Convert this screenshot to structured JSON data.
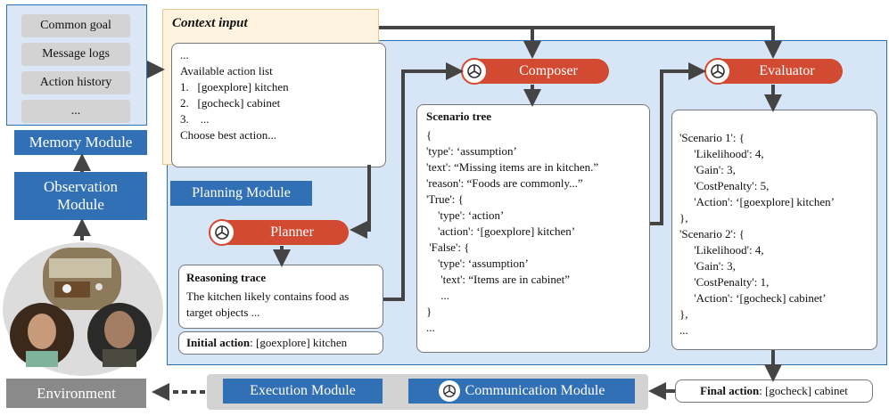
{
  "memory": {
    "items": [
      "Common goal",
      "Message logs",
      "Action history",
      "..."
    ],
    "label": "Memory Module"
  },
  "observation": {
    "label": "Observation Module"
  },
  "environment": {
    "label": "Environment"
  },
  "context": {
    "title": "Context input",
    "lines": [
      "...",
      "Available action list",
      "1.   [goexplore] kitchen",
      "2.   [gocheck] cabinet",
      "3.    ...",
      "Choose best action..."
    ]
  },
  "planning": {
    "label": "Planning Module"
  },
  "composer": {
    "label": "Composer"
  },
  "evaluator": {
    "label": "Evaluator"
  },
  "planner": {
    "label": "Planner"
  },
  "reasoning": {
    "title": "Reasoning trace",
    "text": "The kitchen likely contains food as target objects ..."
  },
  "initial_action": {
    "label": "Initial action",
    "value": ": [goexplore] kitchen"
  },
  "scenario_tree": {
    "title": "Scenario tree",
    "lines": [
      "{",
      "'type': ‘assumption’",
      "'text': “Missing items are in kitchen.”",
      "'reason': “Foods are commonly...”",
      "'True': {",
      "    'type': ‘action’",
      "    'action': ‘[goexplore] kitchen’",
      " 'False': {",
      "    'type': ‘assumption’",
      "     'text': “Items are in cabinet”",
      "     ...",
      "}",
      "..."
    ]
  },
  "evaluation": {
    "lines": [
      "'Scenario 1': {",
      "     'Likelihood': 4,",
      "     'Gain': 3,",
      "     'CostPenalty': 5,",
      "     'Action': ‘[goexplore] kitchen’",
      "},",
      "'Scenario 2': {",
      "     'Likelihood': 4,",
      "     'Gain': 3,",
      "     'CostPenalty': 1,",
      "     'Action': ‘[gocheck] cabinet’",
      "},",
      "..."
    ]
  },
  "final_action": {
    "label": "Final action",
    "value": ": [gocheck] cabinet"
  },
  "execution": {
    "label": "Execution Module"
  },
  "communication": {
    "label": "Communication Module"
  },
  "colors": {
    "module_blue": "#3270b6",
    "pill_red": "#d24a32",
    "panel_blue": "#d6e6f7",
    "context_bg": "#fdf3df"
  },
  "icons": [
    "openai-logo-icon",
    "character-avatar-icon",
    "robot-avatar-icon",
    "room-scene-icon"
  ]
}
